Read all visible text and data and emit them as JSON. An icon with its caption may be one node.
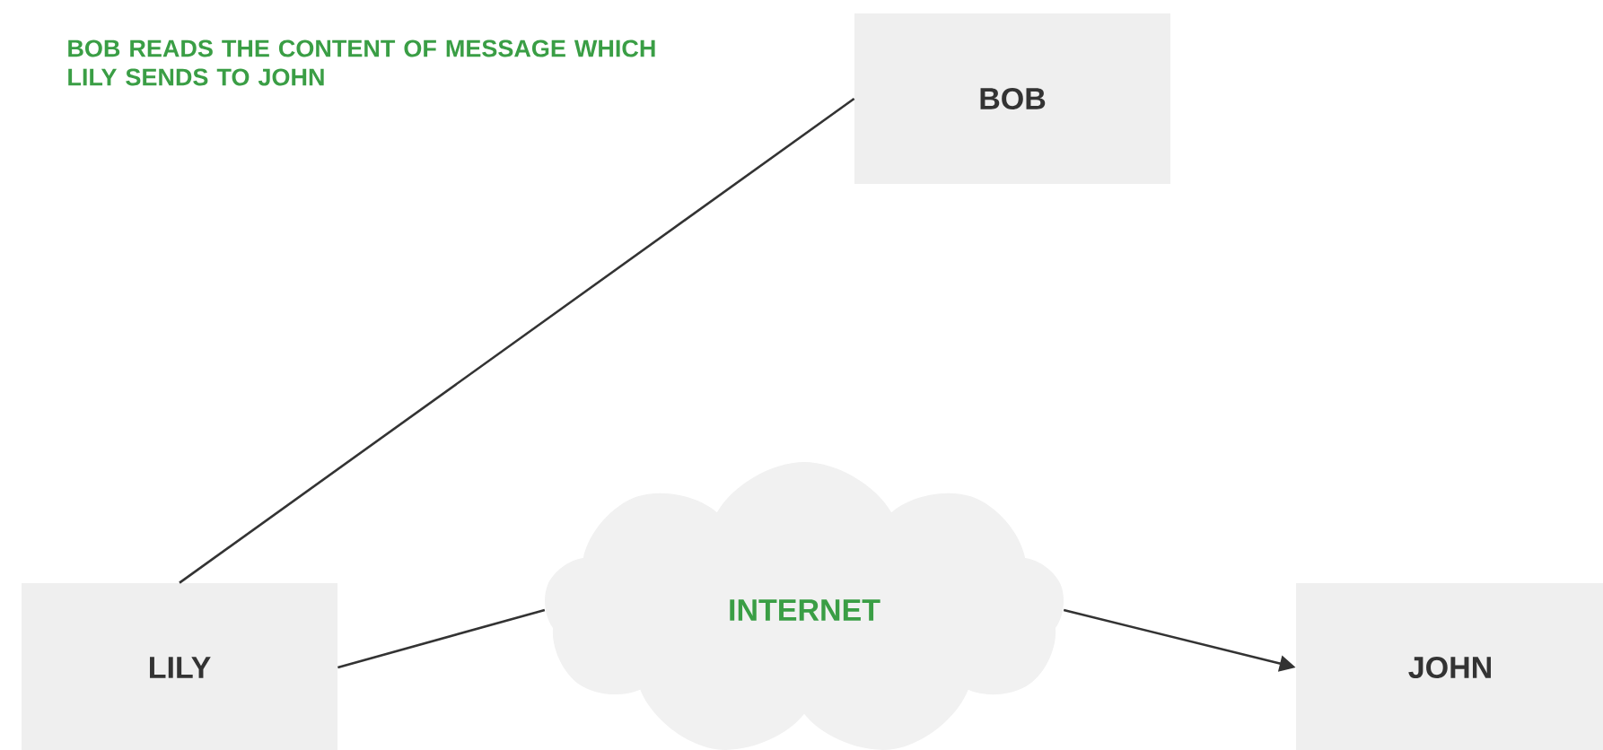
{
  "diagram": {
    "nodes": [
      {
        "text": [
          "BOB"
        ]
      },
      {
        "text": [
          "LILY"
        ]
      },
      {
        "text": [
          "INTERNET"
        ]
      },
      {
        "text": [
          "JOHN"
        ]
      }
    ],
    "edges": [
      {
        "from": 1,
        "to": 0,
        "arrow": "none"
      },
      {
        "from": 1,
        "to": 2,
        "arrow": "none"
      },
      {
        "from": 2,
        "to": 3,
        "arrow": "to"
      }
    ],
    "labels": [
      "BOB READS THE CONTENT OF MESSAGE WHICH LILY SENDS TO JOHN"
    ]
  }
}
